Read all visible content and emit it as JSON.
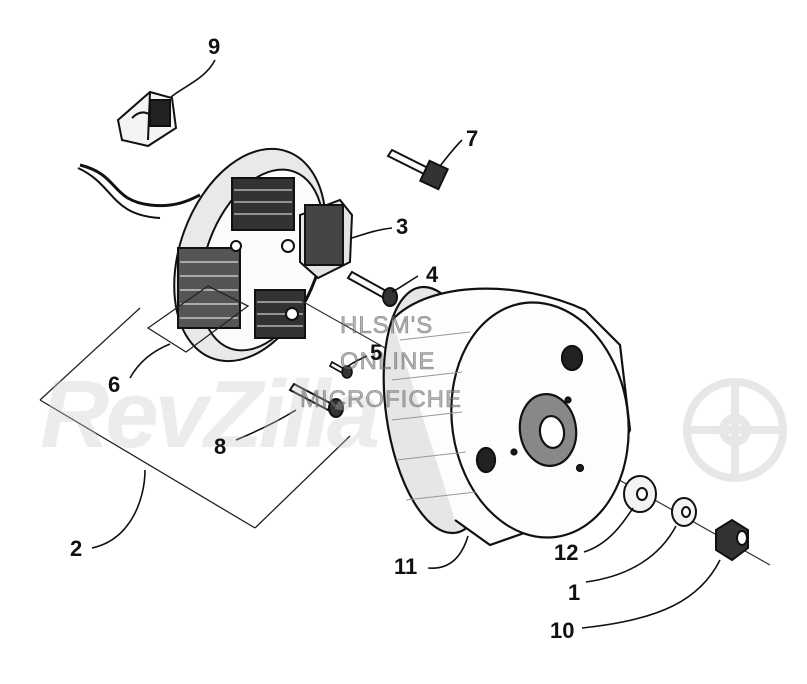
{
  "callouts": {
    "c1": "1",
    "c2": "2",
    "c3": "3",
    "c4": "4",
    "c5": "5",
    "c6": "6",
    "c7": "7",
    "c8": "8",
    "c9": "9",
    "c10": "10",
    "c11": "11",
    "c12": "12"
  },
  "watermark": {
    "line1": "HLSM'S",
    "line2": "ONLINE",
    "line3": "MICROFICHE",
    "logo": "RevZilla"
  }
}
